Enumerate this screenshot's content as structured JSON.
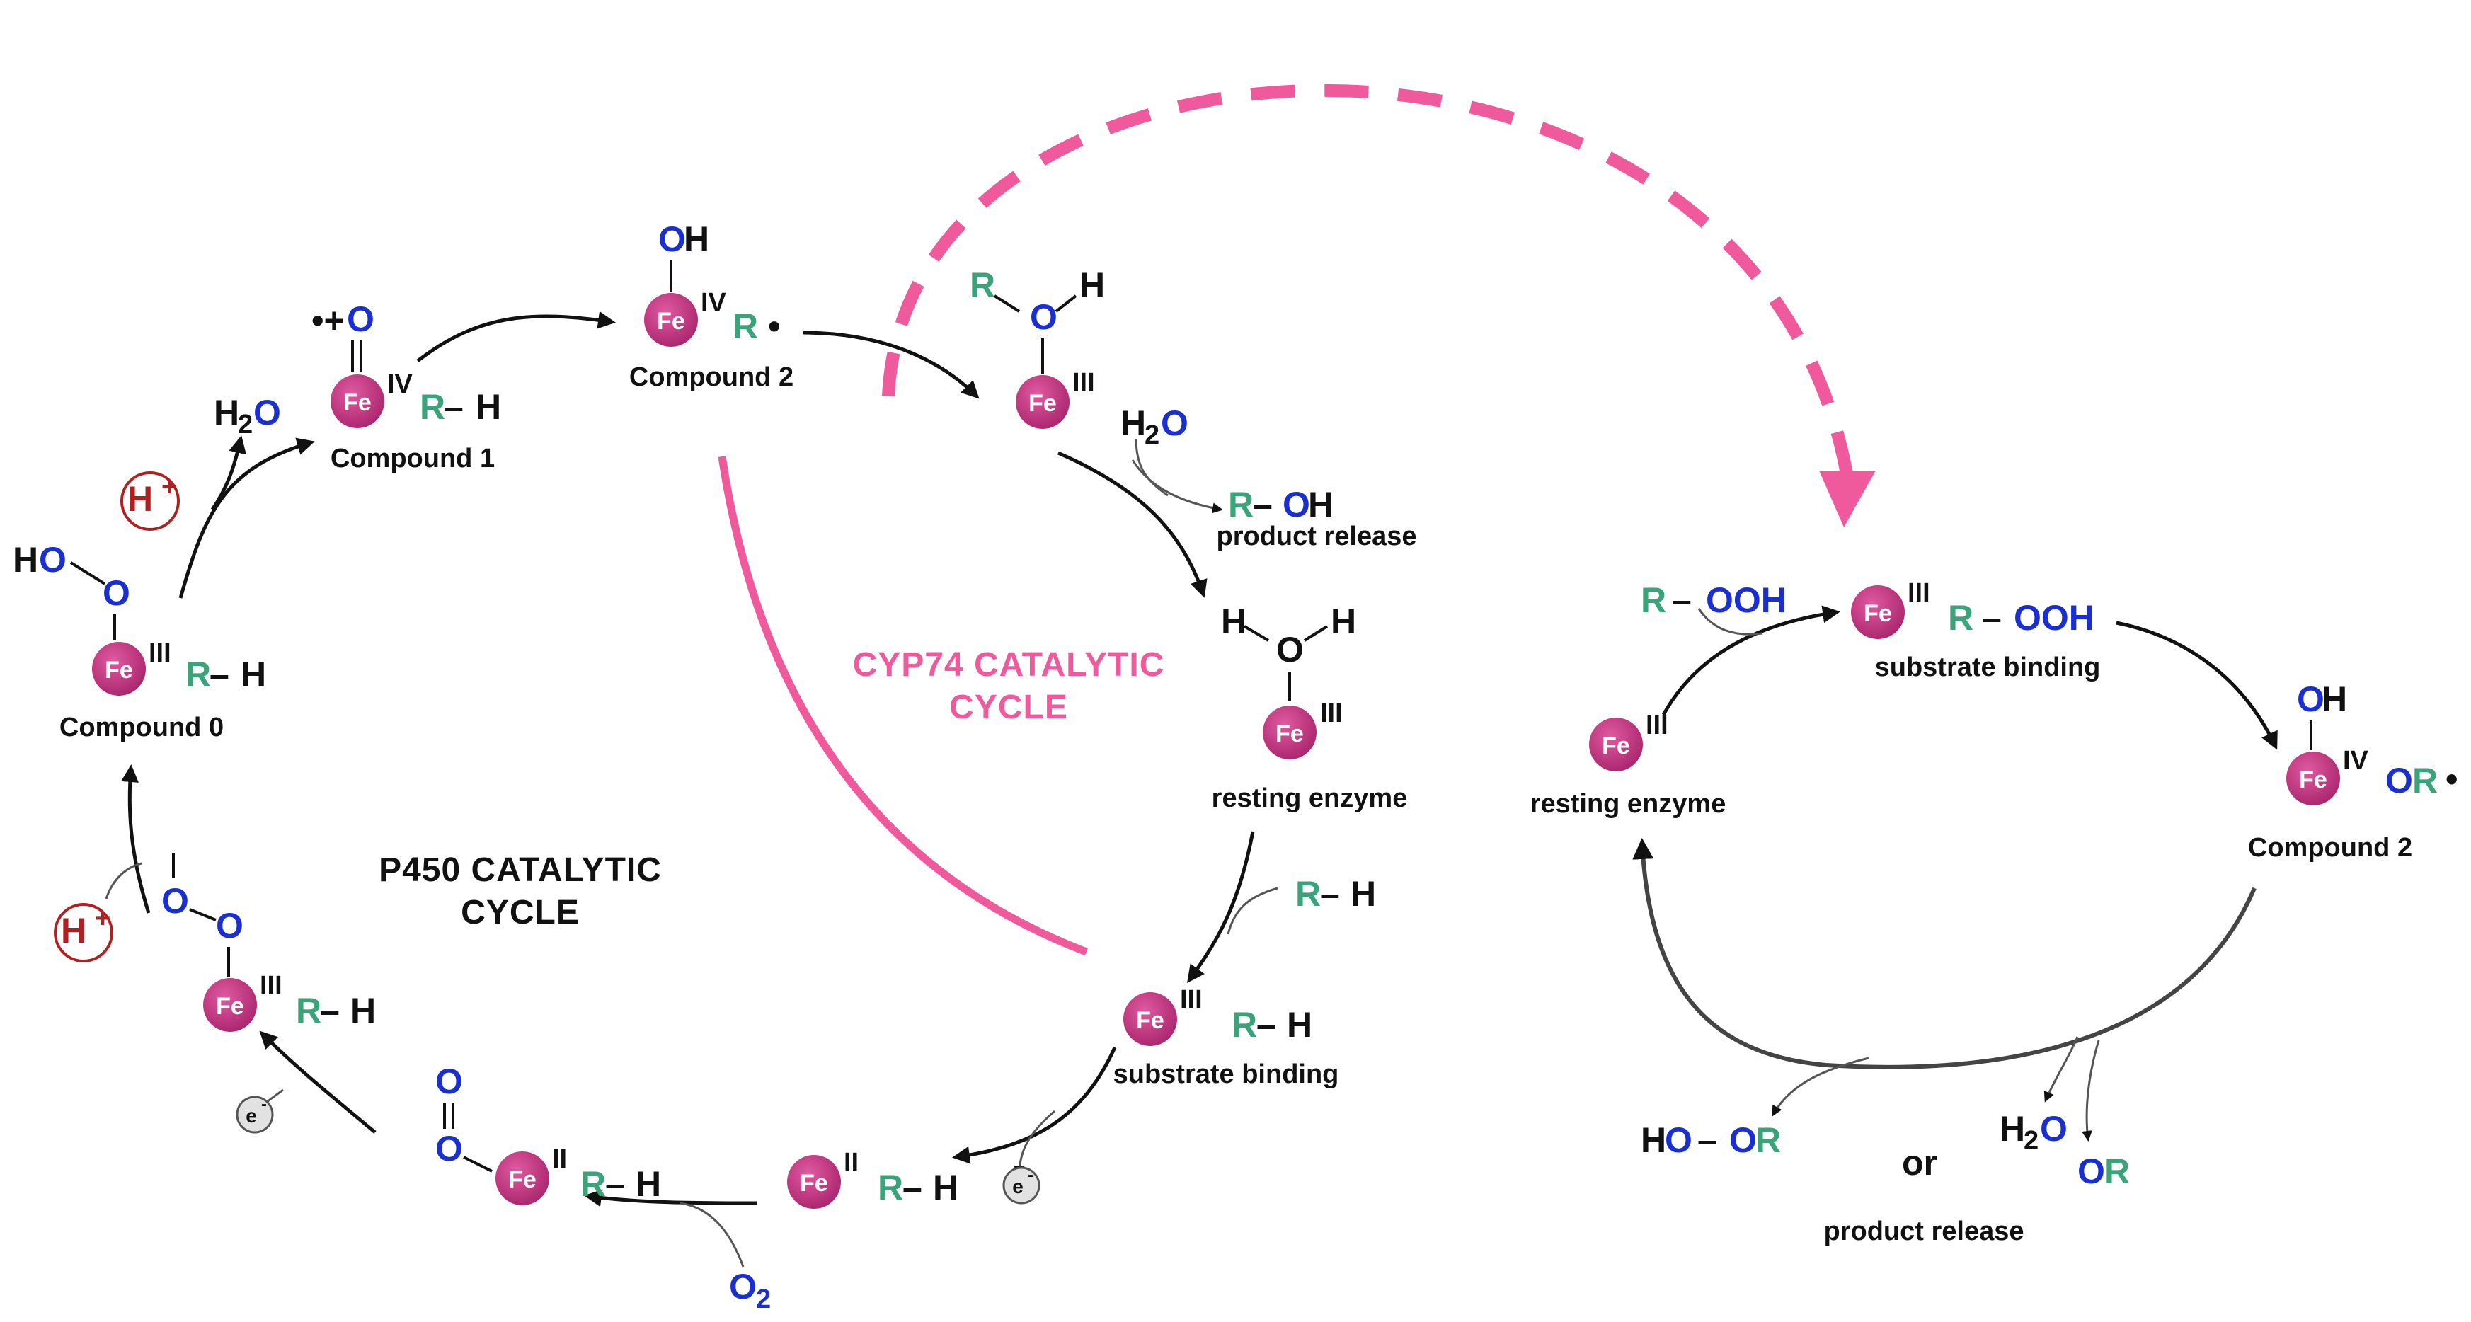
{
  "cycles": {
    "p450_line1": "P450 CATALYTIC",
    "p450_line2": "CYCLE",
    "cyp74_line1": "CYP74 CATALYTIC",
    "cyp74_line2": "CYCLE"
  },
  "labels": {
    "compound0": "Compound 0",
    "compound1": "Compound 1",
    "compound2_left": "Compound 2",
    "compound2_right": "Compound 2",
    "resting_mid": "resting enzyme",
    "resting_right": "resting enzyme",
    "substrate_binding_mid": "substrate binding",
    "substrate_binding_right": "substrate binding",
    "product_release_mid": "product release",
    "product_release_right": "product release",
    "or": "or"
  },
  "species": {
    "fe": "Fe",
    "ox3": "III",
    "ox2": "II",
    "ox4": "IV",
    "R": "R",
    "H": "H",
    "O": "O",
    "OH": "OH",
    "OOH": "OOH",
    "h2o_H": "H",
    "h2o_2": "2",
    "o2_2": "2",
    "hplus": "H",
    "plus": "+",
    "eminus": "e",
    "minus": "-",
    "radical": "•",
    "radical_cation": "•+",
    "dash": "–"
  },
  "colors": {
    "fe_ball": "#c2347f",
    "oxygen": "#1a2fd0",
    "r_group": "#3aa37a",
    "proton": "#b02020",
    "cyp74": "#ee5a9c"
  }
}
